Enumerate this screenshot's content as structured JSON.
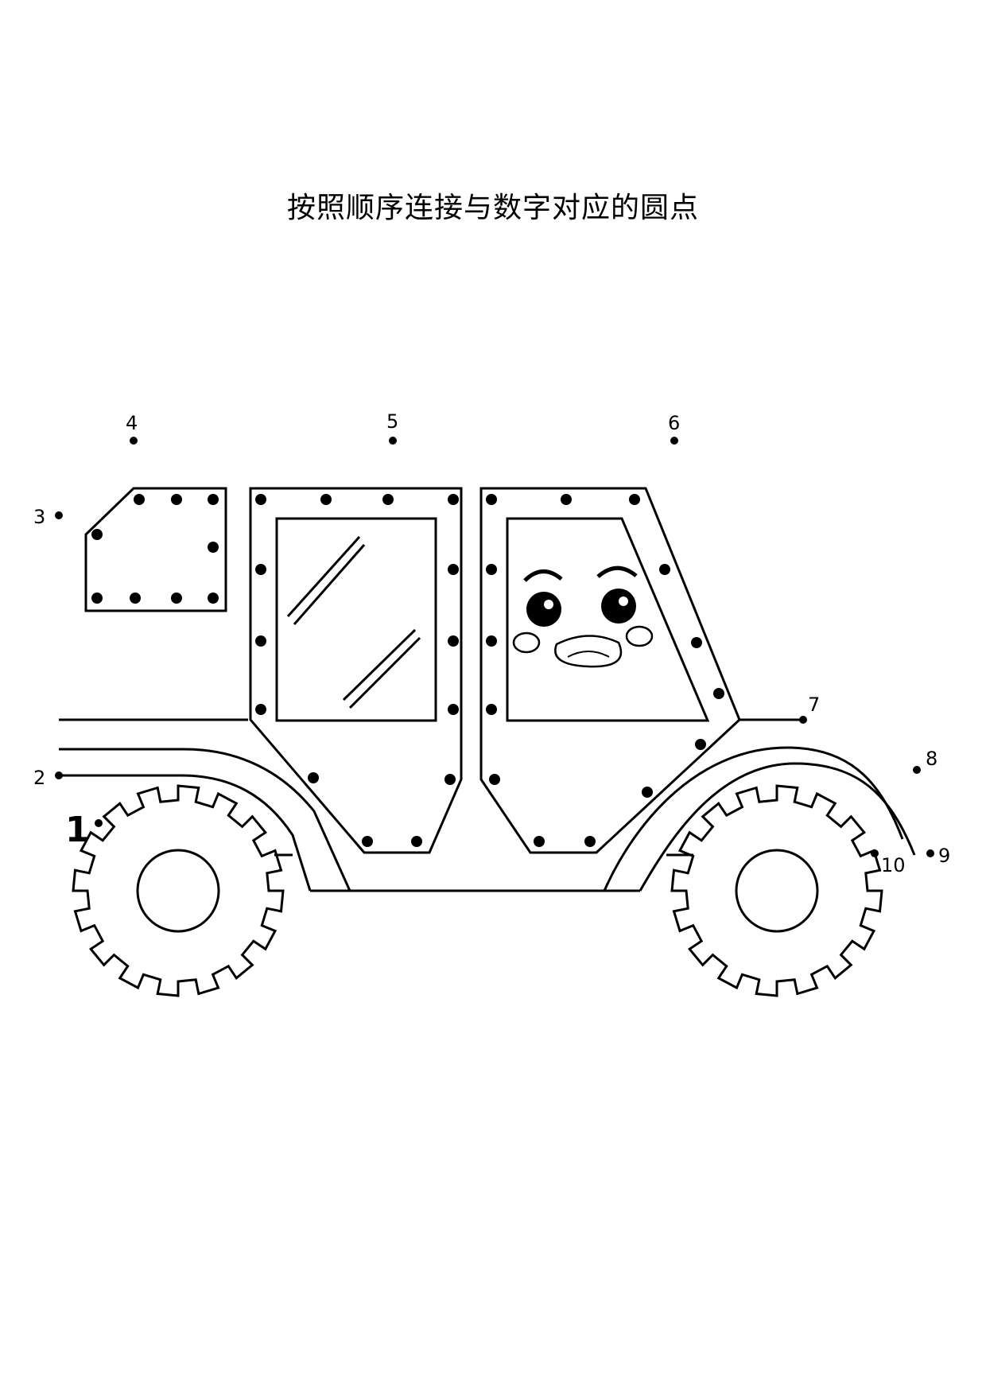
{
  "title": "按照顺序连接与数字对应的圆点",
  "dot_labels": [
    "1",
    "2",
    "3",
    "4",
    "5",
    "6",
    "7",
    "8",
    "9",
    "10"
  ]
}
